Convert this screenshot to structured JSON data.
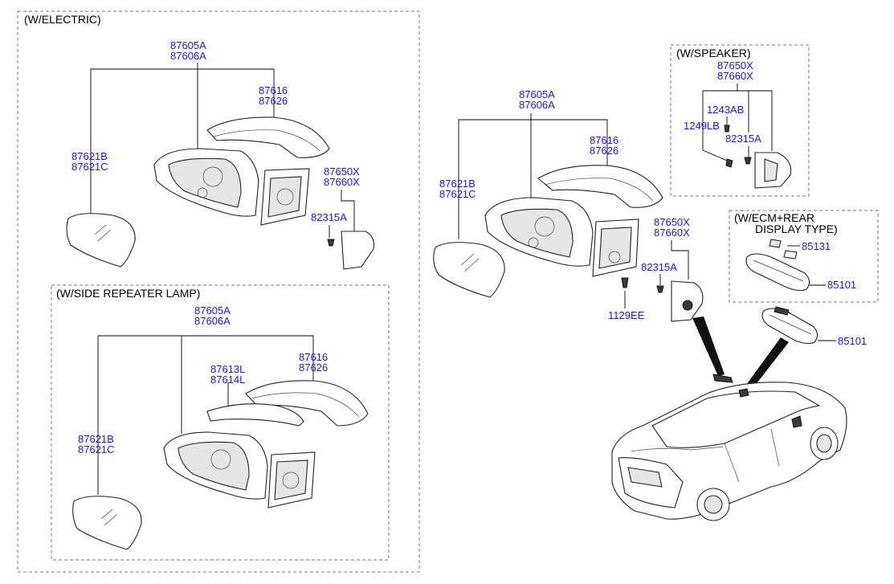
{
  "sections": {
    "electric": "(W/ELECTRIC)",
    "side_repeater": "(W/SIDE REPEATER LAMP)",
    "speaker": "(W/SPEAKER)",
    "ecm_line1": "(W/ECM+REAR",
    "ecm_line2": "DISPLAY TYPE)"
  },
  "parts": {
    "p87605A": "87605A",
    "p87606A": "87606A",
    "p87616": "87616",
    "p87626": "87626",
    "p87621B": "87621B",
    "p87621C": "87621C",
    "p87650X": "87650X",
    "p87660X": "87660X",
    "p82315A": "82315A",
    "p87613L": "87613L",
    "p87614L": "87614L",
    "p1243AB": "1243AB",
    "p1249LB": "1249LB",
    "p85131": "85131",
    "p85101": "85101",
    "p1129EE": "1129EE"
  }
}
